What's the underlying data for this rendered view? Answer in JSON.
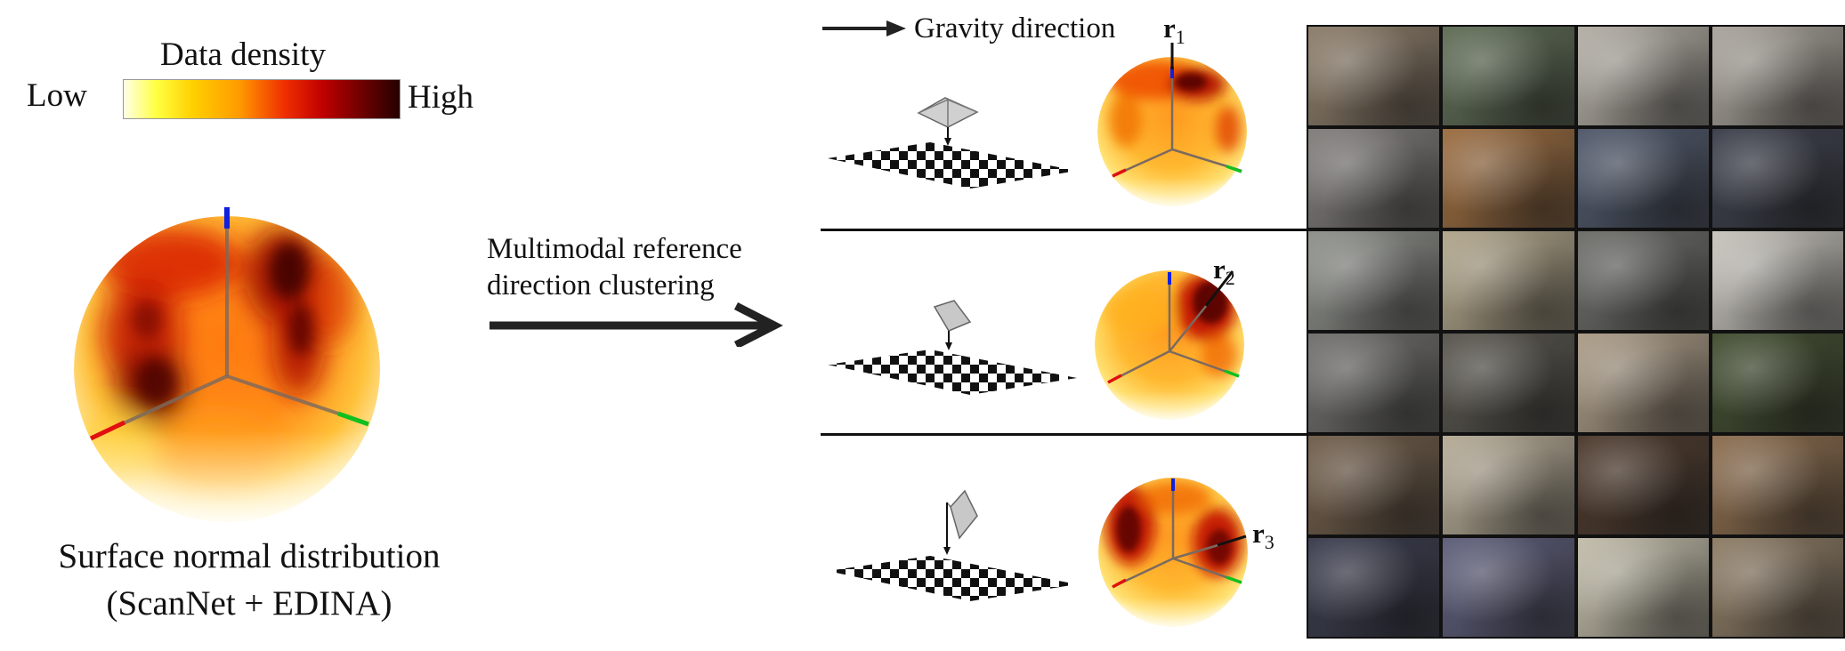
{
  "colorbar": {
    "title": "Data density",
    "low_label": "Low",
    "high_label": "High",
    "colors": [
      "#ffffe8",
      "#ffff40",
      "#ffd000",
      "#ff9a00",
      "#f03000",
      "#c00000",
      "#700000",
      "#250000"
    ]
  },
  "left_caption": {
    "line1": "Surface normal distribution",
    "line2": "(ScanNet + EDINA)"
  },
  "arrow_caption": {
    "line1": "Multimodal reference",
    "line2": "direction clustering"
  },
  "legend": {
    "gravity_label": "Gravity direction"
  },
  "clusters": [
    {
      "label": "r",
      "subscript": "1"
    },
    {
      "label": "r",
      "subscript": "2"
    },
    {
      "label": "r",
      "subscript": "3"
    }
  ],
  "axis_colors": {
    "x": "#e01010",
    "y": "#10c020",
    "z": "#1020e0"
  },
  "thumbnails": {
    "rows": 6,
    "cols": 4,
    "colors": [
      [
        "#8a7a66",
        "#5c6a52",
        "#b3aea4",
        "#a9a39a"
      ],
      [
        "#7e7b78",
        "#9a6a3c",
        "#4c5568",
        "#383c48"
      ],
      [
        "#8c8e88",
        "#b0a488",
        "#6a6a66",
        "#c7c4bc"
      ],
      [
        "#6d6c6a",
        "#55524a",
        "#aa9a84",
        "#3e4a2c"
      ],
      [
        "#6e5a46",
        "#b5aa94",
        "#4a3628",
        "#8a6a4a"
      ],
      [
        "#36384a",
        "#5a5a78",
        "#c2bca8",
        "#8c7a62"
      ]
    ]
  }
}
